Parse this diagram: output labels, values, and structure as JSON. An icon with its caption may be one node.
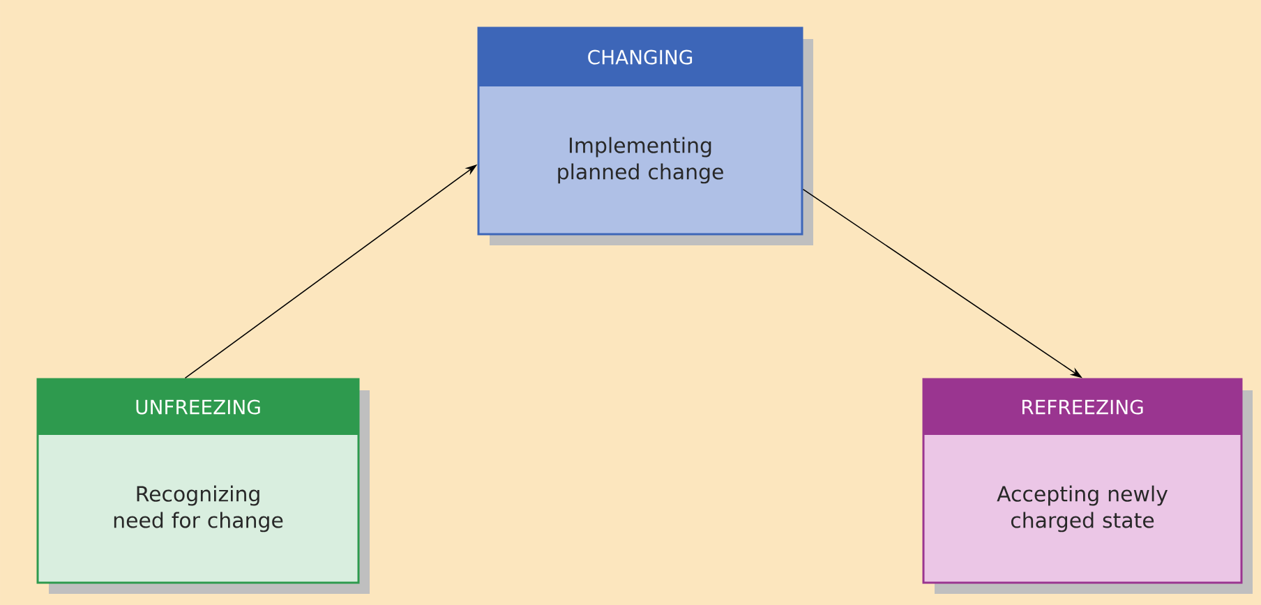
{
  "diagram": {
    "nodes": [
      {
        "text": [
          "UNFREEZING",
          "Recognizing need for change"
        ]
      },
      {
        "text": [
          "CHANGING",
          "Implementing planned change"
        ]
      },
      {
        "text": [
          "REFREEZING",
          "Accepting newly charged state"
        ]
      }
    ],
    "edges": [
      {
        "from": 0,
        "to": 1,
        "arrow": "to"
      },
      {
        "from": 1,
        "to": 2,
        "arrow": "to"
      }
    ]
  }
}
